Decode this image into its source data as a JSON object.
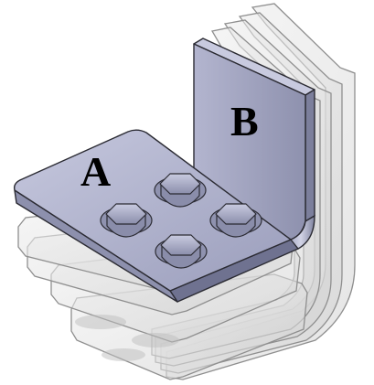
{
  "labels": {
    "a": "A",
    "b": "B"
  },
  "colors": {
    "steel_face": "#a9abc6",
    "steel_side": "#8d90ad",
    "steel_dark": "#6f7290",
    "ghost_fill": "#e4e4e4",
    "ghost_stroke": "#8f8f8f",
    "outline": "#2b2b33",
    "background": "#ffffff"
  },
  "bolts": {
    "count": 4
  },
  "ghost_layers": {
    "count": 4
  }
}
